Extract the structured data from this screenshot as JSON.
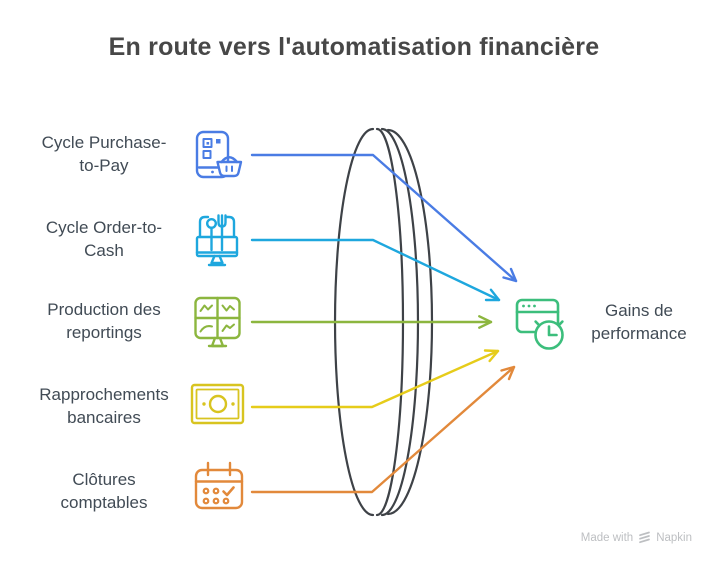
{
  "title": "En route vers l'automatisation financière",
  "items": [
    {
      "label": [
        "Cycle Purchase-",
        "to-Pay"
      ],
      "icon": "smartphone-qr-basket-icon",
      "color": "#4A7CE4"
    },
    {
      "label": [
        "Cycle Order-to-",
        "Cash"
      ],
      "icon": "order-monitor-icon",
      "color": "#1EA7DE"
    },
    {
      "label": [
        "Production des",
        "reportings"
      ],
      "icon": "reports-dashboard-icon",
      "color": "#8CB63F"
    },
    {
      "label": [
        "Rapprochements",
        "bancaires"
      ],
      "icon": "banknote-icon",
      "color": "#D8C420"
    },
    {
      "label": [
        "Clôtures",
        "comptables"
      ],
      "icon": "calendar-check-icon",
      "color": "#E2893B"
    }
  ],
  "result": {
    "label": [
      "Gains de",
      "performance"
    ],
    "icon": "browser-clock-icon",
    "color": "#3CBE7C"
  },
  "lens": {
    "stroke_color": "#3E4247"
  },
  "footer": {
    "made_with": "Made with",
    "brand": "Napkin"
  }
}
